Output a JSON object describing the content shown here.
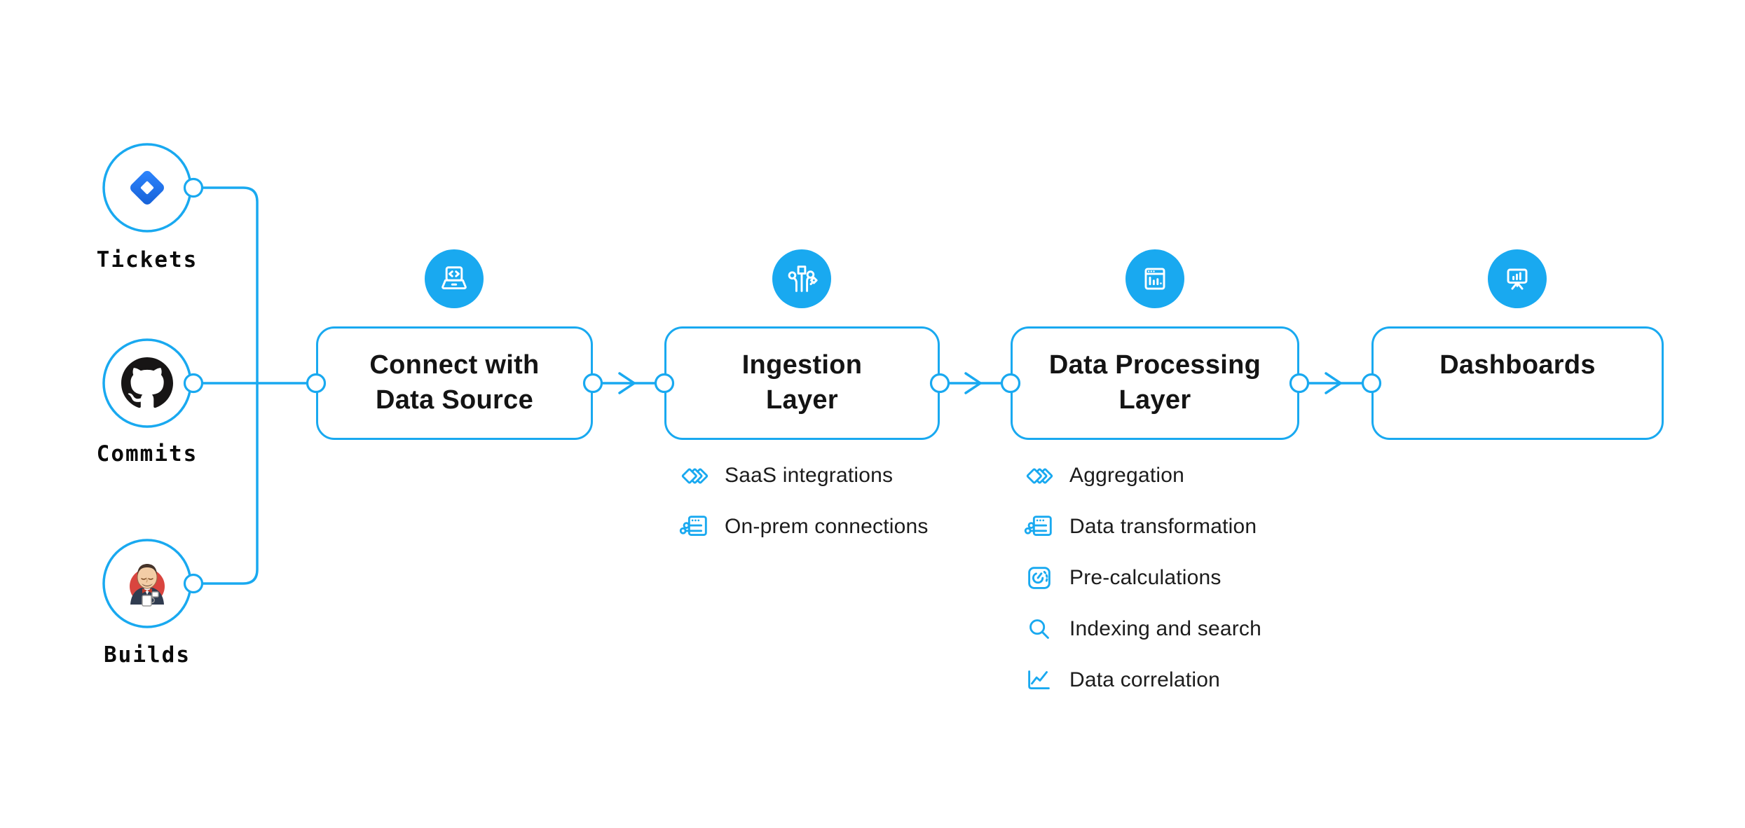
{
  "colors": {
    "accent": "#19a9f0",
    "title_text": "#141414",
    "list_text": "#1c1c1c",
    "label_text": "#0b0b0b",
    "jira_blue": "#2684ff",
    "jira_blue_dark": "#1660d6",
    "github_black": "#171515",
    "jenkins_red": "#d9453f",
    "jenkins_suit": "#303c50"
  },
  "sources": [
    {
      "label": "Tickets",
      "icon": "jira-icon"
    },
    {
      "label": "Commits",
      "icon": "github-icon"
    },
    {
      "label": "Builds",
      "icon": "jenkins-icon"
    }
  ],
  "stages": [
    {
      "title_lines": [
        "Connect with",
        "Data Source"
      ],
      "badge_icon": "laptop-code-icon",
      "items": []
    },
    {
      "title_lines": [
        "Ingestion",
        "Layer"
      ],
      "badge_icon": "pipeline-branches-icon",
      "items": [
        {
          "icon": "stacked-diamonds-icon",
          "label": "SaaS integrations"
        },
        {
          "icon": "window-sliders-icon",
          "label": "On-prem connections"
        }
      ]
    },
    {
      "title_lines": [
        "Data Processing",
        "Layer"
      ],
      "badge_icon": "window-bar-chart-icon",
      "items": [
        {
          "icon": "stacked-diamonds-icon",
          "label": "Aggregation"
        },
        {
          "icon": "window-sliders-icon",
          "label": "Data transformation"
        },
        {
          "icon": "gauge-icon",
          "label": "Pre-calculations"
        },
        {
          "icon": "magnifier-icon",
          "label": "Indexing and search"
        },
        {
          "icon": "line-chart-icon",
          "label": "Data correlation"
        }
      ]
    },
    {
      "title_lines": [
        "Dashboards"
      ],
      "badge_icon": "presentation-chart-icon",
      "items": []
    }
  ]
}
